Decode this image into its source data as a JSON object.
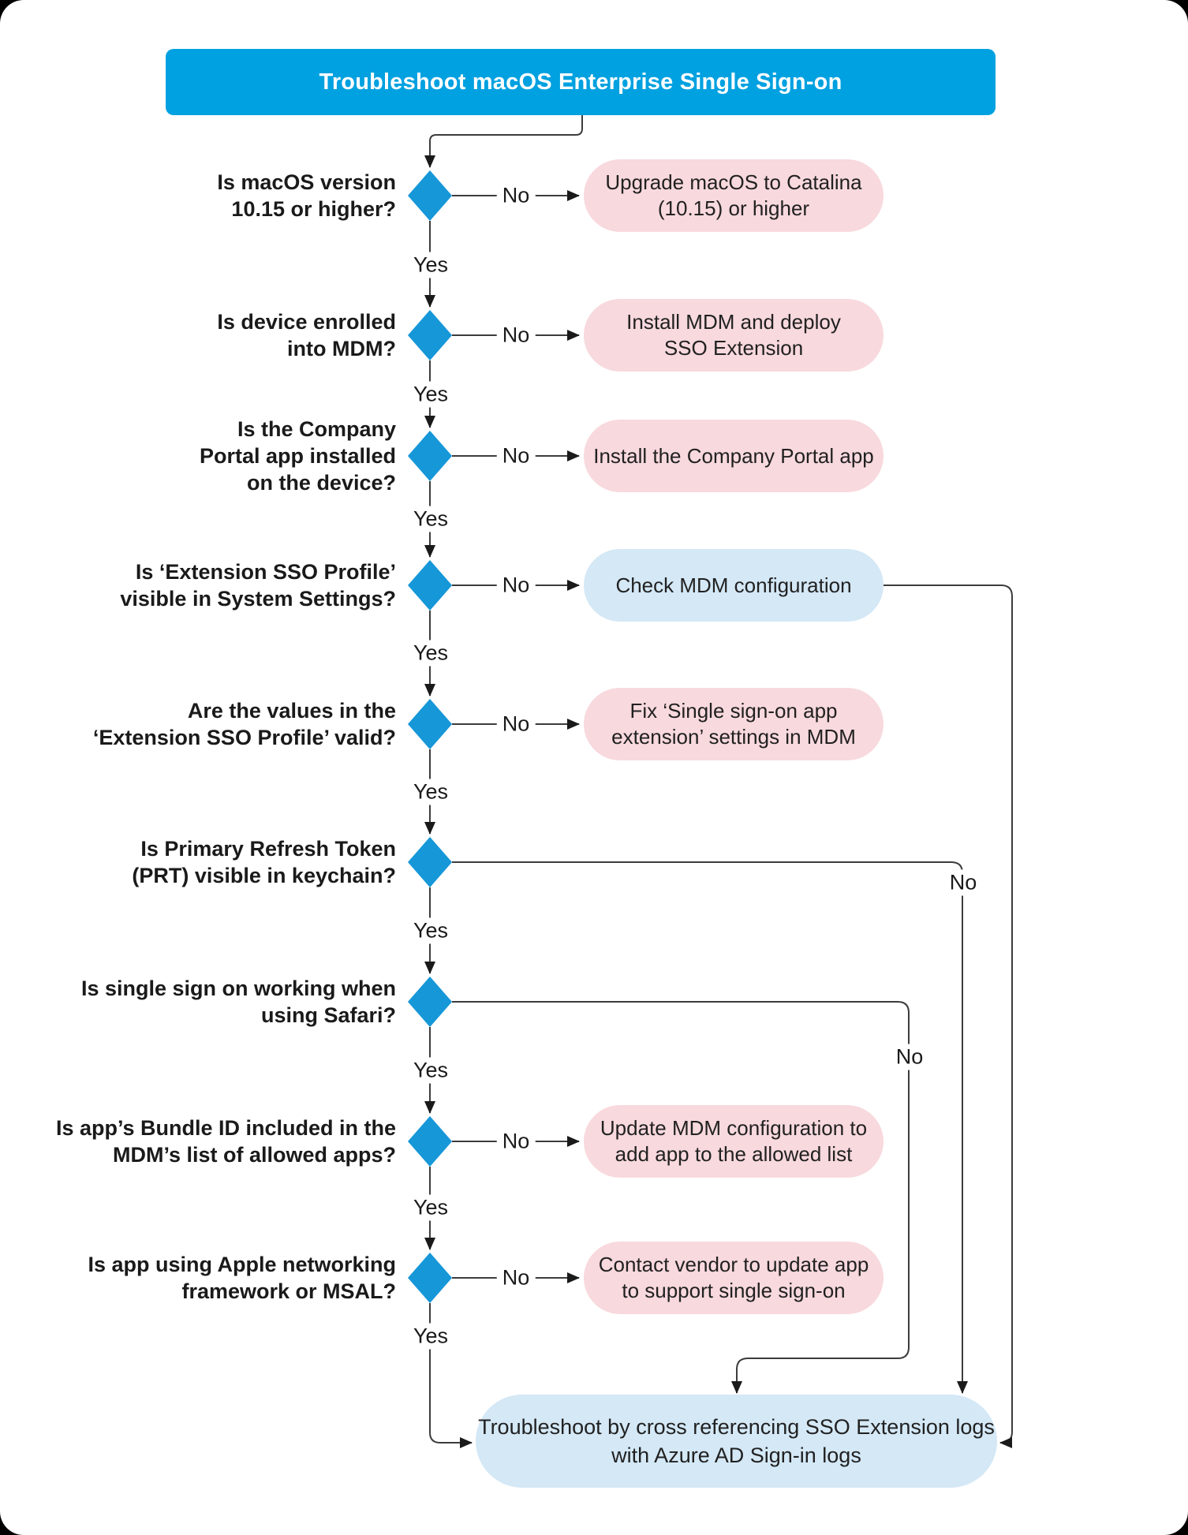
{
  "title": "Troubleshoot macOS Enterprise Single Sign-on",
  "labels": {
    "yes": "Yes",
    "no": "No"
  },
  "nodes": [
    {
      "question": "Is macOS version\n10.15 or higher?",
      "result": "Upgrade macOS to Catalina\n(10.15) or higher",
      "result_type": "action"
    },
    {
      "question": "Is device enrolled\ninto MDM?",
      "result": "Install MDM and deploy\nSSO Extension",
      "result_type": "action"
    },
    {
      "question": "Is the Company\nPortal app installed\non the device?",
      "result": "Install the Company Portal app",
      "result_type": "action"
    },
    {
      "question": "Is ‘Extension SSO Profile’\nvisible in System Settings?",
      "result": "Check MDM configuration",
      "result_type": "info"
    },
    {
      "question": "Are the values in the\n‘Extension SSO Profile’ valid?",
      "result": "Fix ‘Single sign-on app\nextension’ settings in MDM",
      "result_type": "action"
    },
    {
      "question": "Is Primary Refresh Token\n(PRT) visible in keychain?",
      "result": null,
      "result_type": "routes-to-final"
    },
    {
      "question": "Is single sign on working when\nusing Safari?",
      "result": null,
      "result_type": "routes-to-final"
    },
    {
      "question": "Is app’s Bundle ID included in the\nMDM’s list of allowed apps?",
      "result": "Update MDM configuration to\nadd app to the allowed list",
      "result_type": "action"
    },
    {
      "question": "Is app using Apple networking\nframework or MSAL?",
      "result": "Contact vendor to update app\nto support single sign-on",
      "result_type": "action"
    }
  ],
  "final": "Troubleshoot by cross referencing SSO Extension logs\nwith Azure AD Sign-in logs",
  "colors": {
    "title_bar": "#00A1E0",
    "decision_diamond": "#1697D8",
    "action_box_pink": "#F8D9DD",
    "info_box_blue": "#D4E8F6",
    "connector_line": "#3C3C3C",
    "text": "#1A1A1A"
  }
}
